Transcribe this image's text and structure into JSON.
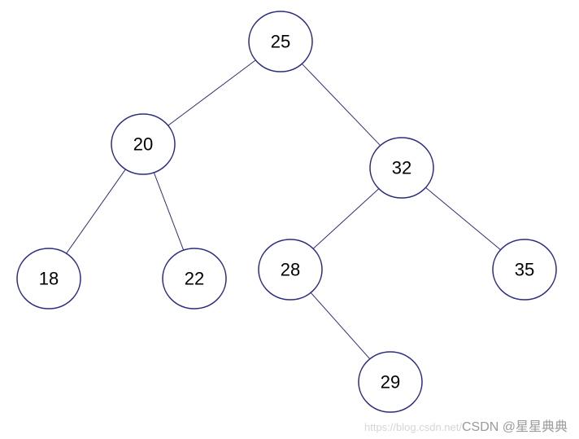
{
  "diagram": {
    "nodes": [
      {
        "id": "n25",
        "label": "25"
      },
      {
        "id": "n20",
        "label": "20"
      },
      {
        "id": "n32",
        "label": "32"
      },
      {
        "id": "n18",
        "label": "18"
      },
      {
        "id": "n22",
        "label": "22"
      },
      {
        "id": "n28",
        "label": "28"
      },
      {
        "id": "n35",
        "label": "35"
      },
      {
        "id": "n29",
        "label": "29"
      }
    ],
    "edges": [
      {
        "from": "n25",
        "to": "n20"
      },
      {
        "from": "n25",
        "to": "n32"
      },
      {
        "from": "n20",
        "to": "n18"
      },
      {
        "from": "n20",
        "to": "n22"
      },
      {
        "from": "n32",
        "to": "n28"
      },
      {
        "from": "n32",
        "to": "n35"
      },
      {
        "from": "n28",
        "to": "n29"
      }
    ],
    "colors": {
      "node_stroke": "#2b2b80",
      "edge_stroke": "#2e2e7a",
      "label": "#000000"
    }
  },
  "watermark": {
    "faint_text": "https://blog.csdn.net/",
    "text": "CSDN @星星典典"
  }
}
